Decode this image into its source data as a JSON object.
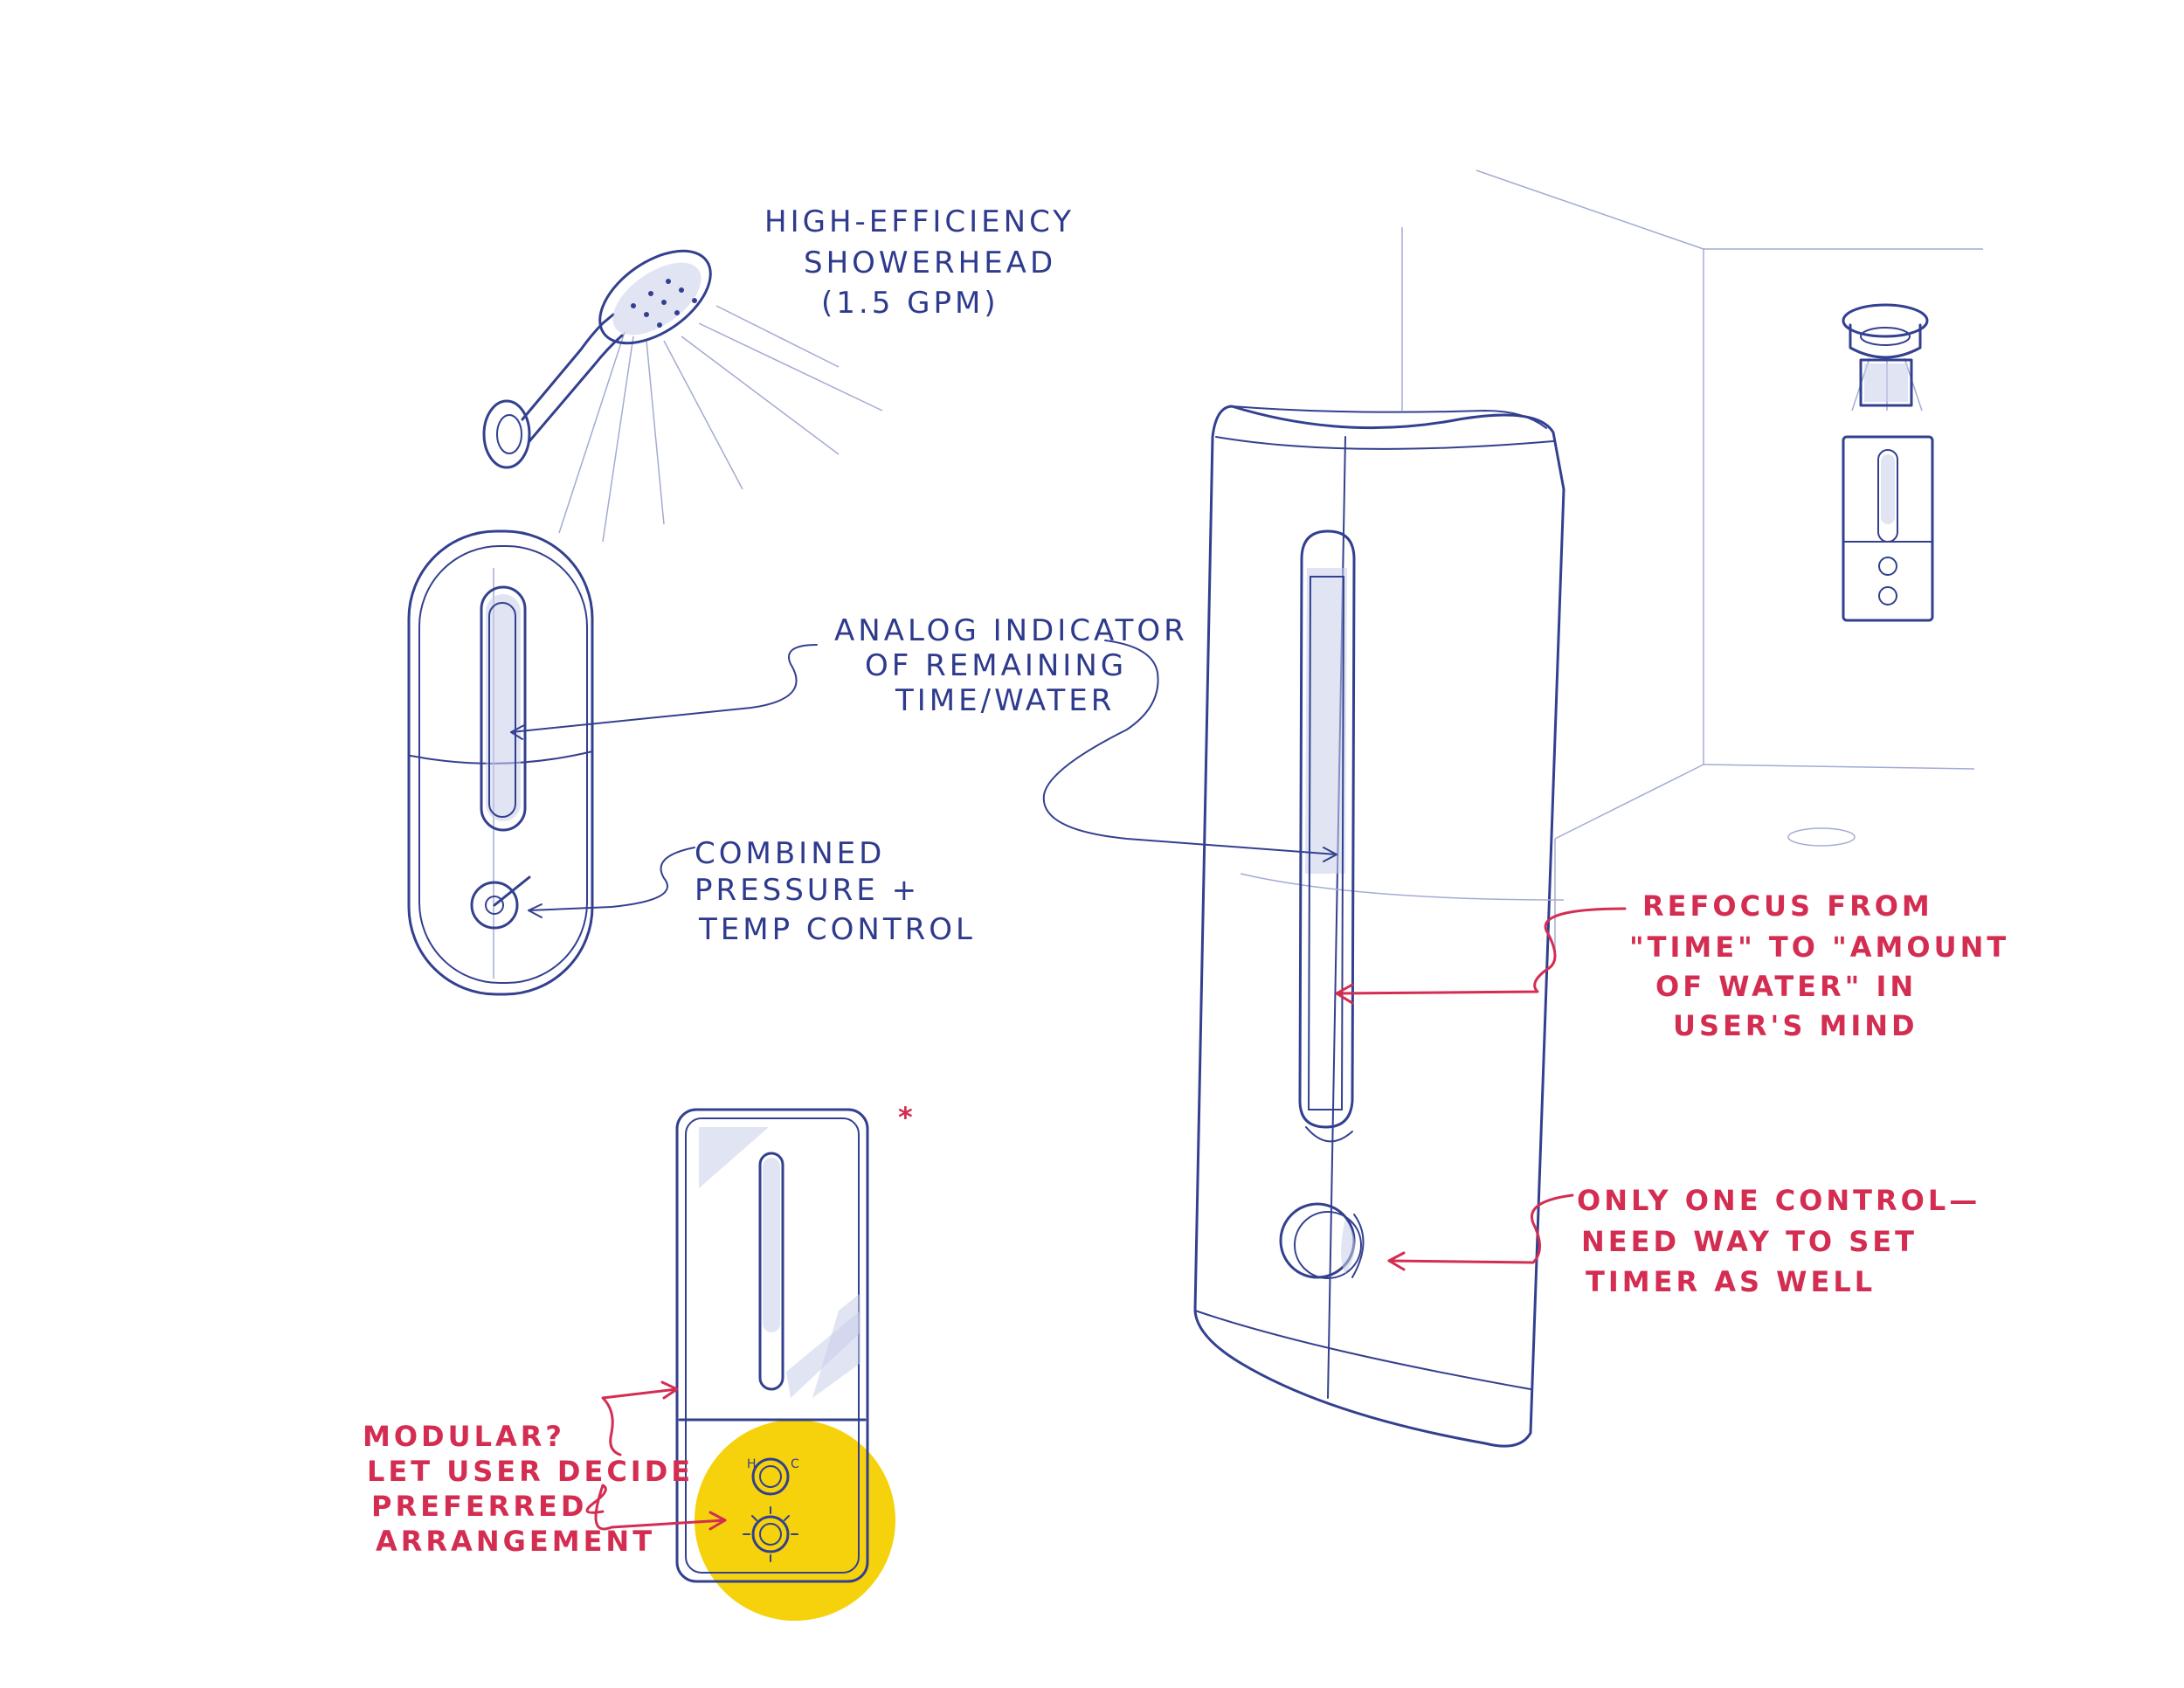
{
  "labels": {
    "shower_head": [
      "HIGH-EFFICIENCY",
      "SHOWERHEAD",
      "(1.5 GPM)"
    ],
    "indicator": [
      "ANALOG INDICATOR",
      "OF REMAINING",
      "TIME/WATER"
    ],
    "control": [
      "COMBINED",
      "PRESSURE +",
      "TEMP CONTROL"
    ],
    "refocus": [
      "REFOCUS FROM",
      "\"TIME\" TO \"AMOUNT",
      "OF WATER\" IN",
      "USER'S MIND"
    ],
    "one_control": [
      "ONLY ONE CONTROL—",
      "NEED WAY TO SET",
      "TIMER AS WELL"
    ],
    "modular": [
      "MODULAR?",
      "LET USER DECIDE",
      "PREFERRED",
      "ARRANGEMENT"
    ],
    "star": "*",
    "dial_h": "H",
    "dial_c": "C"
  },
  "colors": {
    "ink_blue": "#33408f",
    "ink_red": "#d42d52",
    "highlight": "#f5d20c"
  }
}
